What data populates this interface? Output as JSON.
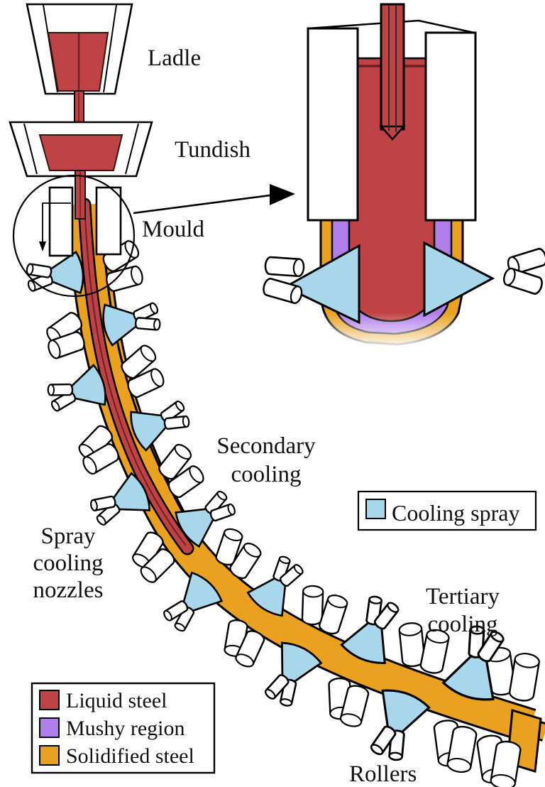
{
  "labels": {
    "ladle": "Ladle",
    "tundish": "Tundish",
    "mould": "Mould",
    "secondary_cooling": [
      "Secondary",
      "cooling"
    ],
    "spray_cooling_nozzles": [
      "Spray",
      "cooling",
      "nozzles"
    ],
    "tertiary_cooling": [
      "Tertiary",
      "cooling"
    ],
    "rollers": "Rollers"
  },
  "legends": {
    "spray": {
      "label": "Cooling spray",
      "color": "#a8d6ea"
    },
    "materials": {
      "items": [
        {
          "label": "Liquid steel",
          "color": "#bf4345"
        },
        {
          "label": "Mushy region",
          "color": "#b07ee8"
        },
        {
          "label": "Solidified steel",
          "color": "#e9a11f"
        }
      ]
    }
  },
  "colors": {
    "liquid_steel": "#bf4345",
    "liquid_steel_dark": "#6d1e20",
    "mushy_region": "#b07ee8",
    "solidified_steel": "#e9a11f",
    "cooling_spray": "#a8d6ea",
    "outline": "#000000",
    "background": "#ffffff"
  }
}
